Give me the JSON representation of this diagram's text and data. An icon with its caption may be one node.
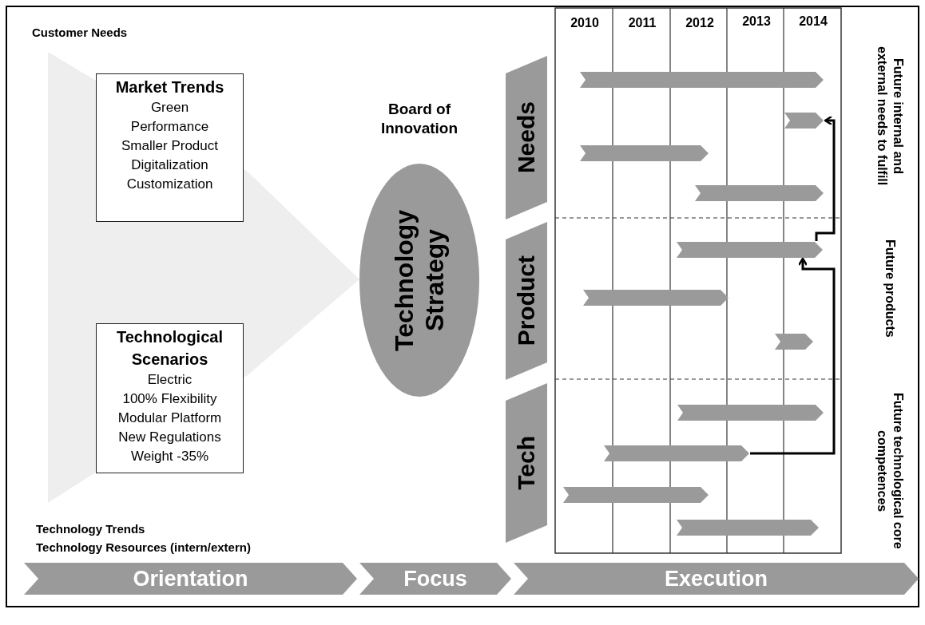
{
  "diagram": {
    "nodes": [
      {
        "text": [
          "Market Trends",
          "Green",
          "Performance",
          "Smaller Product",
          "Digitalization",
          "Customization"
        ]
      },
      {
        "text": [
          "Technological Scenarios",
          "Electric",
          "100% Flexibility",
          "Modular Platform",
          "New Regulations",
          "Weight -35%"
        ]
      },
      {
        "text": [
          "Technology Strategy"
        ],
        "beside": [
          "Board of Innovation"
        ]
      },
      {
        "text": [
          "Needs"
        ]
      },
      {
        "text": [
          "Product"
        ]
      },
      {
        "text": [
          "Tech"
        ]
      },
      {
        "text": [],
        "shape": "chevron"
      },
      {
        "text": [],
        "shape": "chevron"
      },
      {
        "text": [],
        "shape": "chevron"
      },
      {
        "text": [],
        "shape": "chevron"
      },
      {
        "text": [],
        "shape": "chevron"
      },
      {
        "text": [],
        "shape": "chevron"
      },
      {
        "text": [],
        "shape": "chevron"
      },
      {
        "text": [],
        "shape": "chevron"
      },
      {
        "text": [],
        "shape": "chevron"
      },
      {
        "text": [],
        "shape": "chevron"
      },
      {
        "text": [],
        "shape": "chevron"
      },
      {
        "text": [
          "Orientation"
        ]
      },
      {
        "text": [
          "Focus"
        ]
      },
      {
        "text": [
          "Execution"
        ]
      }
    ],
    "edges": [
      {
        "from": 14,
        "to": 10,
        "arrow": "to"
      },
      {
        "from": 10,
        "to": 7,
        "arrow": "to"
      }
    ],
    "labels": [
      "Customer Needs",
      "2010",
      "2011",
      "2012",
      "2013",
      "2014",
      "Future internal and external needs to fulfill",
      "Future products",
      "Future technological core competences",
      "Technology Trends",
      "Technology Resources (intern/extern)"
    ]
  }
}
